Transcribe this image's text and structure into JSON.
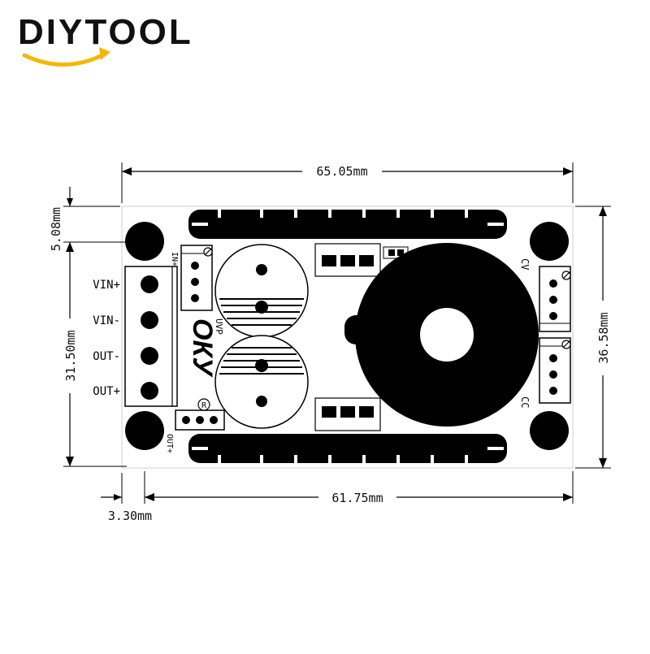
{
  "brand": {
    "name": "DIYTOOL",
    "accent_color": "#f5b800"
  },
  "dimensions": {
    "width_top": "65.05mm",
    "inner_width_bottom": "61.75mm",
    "height_right": "36.58mm",
    "hole_spacing_left": "31.50mm",
    "top_offset": "5.08mm",
    "left_offset": "3.30mm"
  },
  "board": {
    "logo": "ОКУ",
    "registered_mark": "R",
    "terminal_labels": [
      "VIN+",
      "VIN-",
      "OUT-",
      "OUT+"
    ],
    "silk_labels": {
      "in_plus": "IN+",
      "out_plus": "OUT+",
      "uvp": "UVP",
      "cv": "CV",
      "cc": "CC"
    }
  },
  "colors": {
    "ink": "#000000",
    "board_bg": "#ffffff",
    "outline": "#cccccc"
  }
}
